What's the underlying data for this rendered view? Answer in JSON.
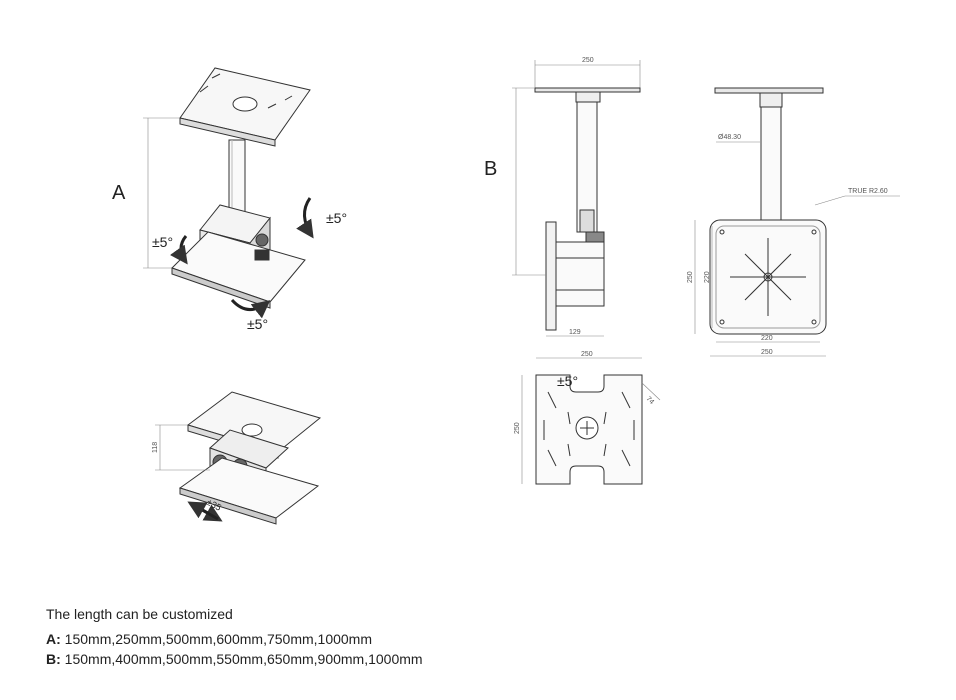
{
  "labels": {
    "a": "A",
    "b": "B"
  },
  "rotations": {
    "tilt_right": "±5°",
    "tilt_left": "±5°",
    "swivel": "±5°",
    "plate_view": "±5°"
  },
  "dimensions": {
    "side_width": "250",
    "front_width": "250",
    "tube_diameter": "Ø48.30",
    "corner_radius": "TRUE R2.60",
    "plate_outer_h": "250",
    "plate_inner_h": "220",
    "plate_inner_w": "220",
    "plate_outer_w": "250",
    "bracket_depth": "129",
    "top_plate_width": "250",
    "top_plate_height": "250",
    "adjust_height": "118",
    "slide_range": "±35",
    "slot_width": "74"
  },
  "caption": {
    "heading": "The length can be customized",
    "a_key": "A:",
    "a_values": "150mm,250mm,500mm,600mm,750mm,1000mm",
    "b_key": "B:",
    "b_values": "150mm,400mm,500mm,550mm,650mm,900mm,1000mm"
  }
}
